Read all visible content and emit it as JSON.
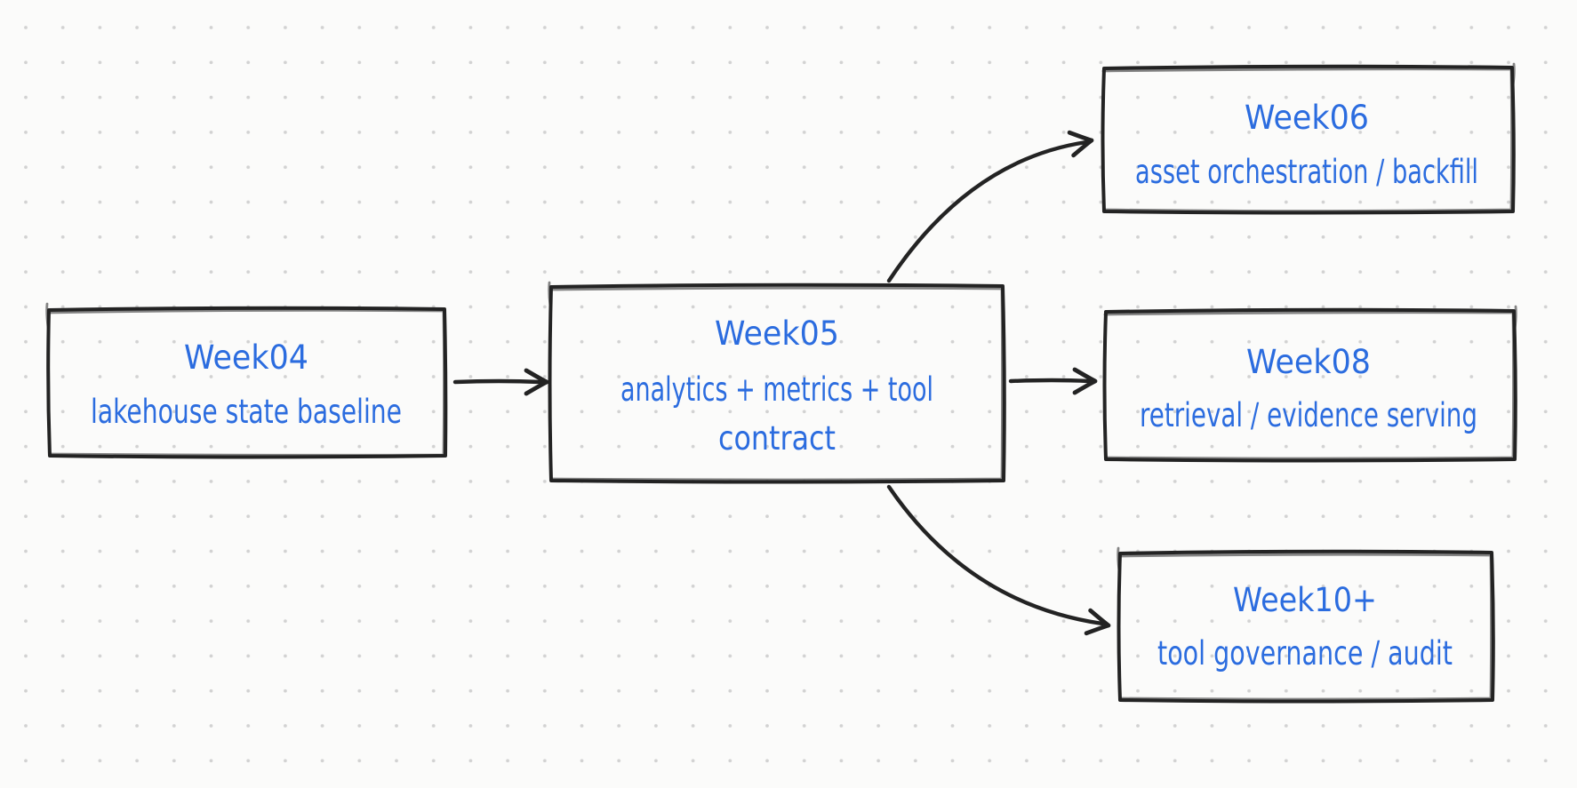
{
  "diagram_type": "flowchart",
  "nodes": {
    "week04": {
      "title": "Week04",
      "subtitle": "lakehouse state baseline"
    },
    "week05": {
      "title": "Week05",
      "subtitle_line1": "analytics + metrics + tool",
      "subtitle_line2": "contract"
    },
    "week06": {
      "title": "Week06",
      "subtitle": "asset orchestration / backfill"
    },
    "week08": {
      "title": "Week08",
      "subtitle": "retrieval / evidence serving"
    },
    "week10plus": {
      "title": "Week10+",
      "subtitle": "tool governance / audit"
    }
  },
  "edges": [
    {
      "from": "Week04",
      "to": "Week05",
      "style": "straight-arrow"
    },
    {
      "from": "Week05",
      "to": "Week06",
      "style": "curved-arrow"
    },
    {
      "from": "Week05",
      "to": "Week08",
      "style": "straight-arrow"
    },
    {
      "from": "Week05",
      "to": "Week10+",
      "style": "curved-arrow"
    }
  ],
  "colors": {
    "background": "#fbfbfa",
    "grid_dot": "#d2d2d2",
    "shape_stroke": "#232323",
    "node_text": "#2b6cdf"
  }
}
